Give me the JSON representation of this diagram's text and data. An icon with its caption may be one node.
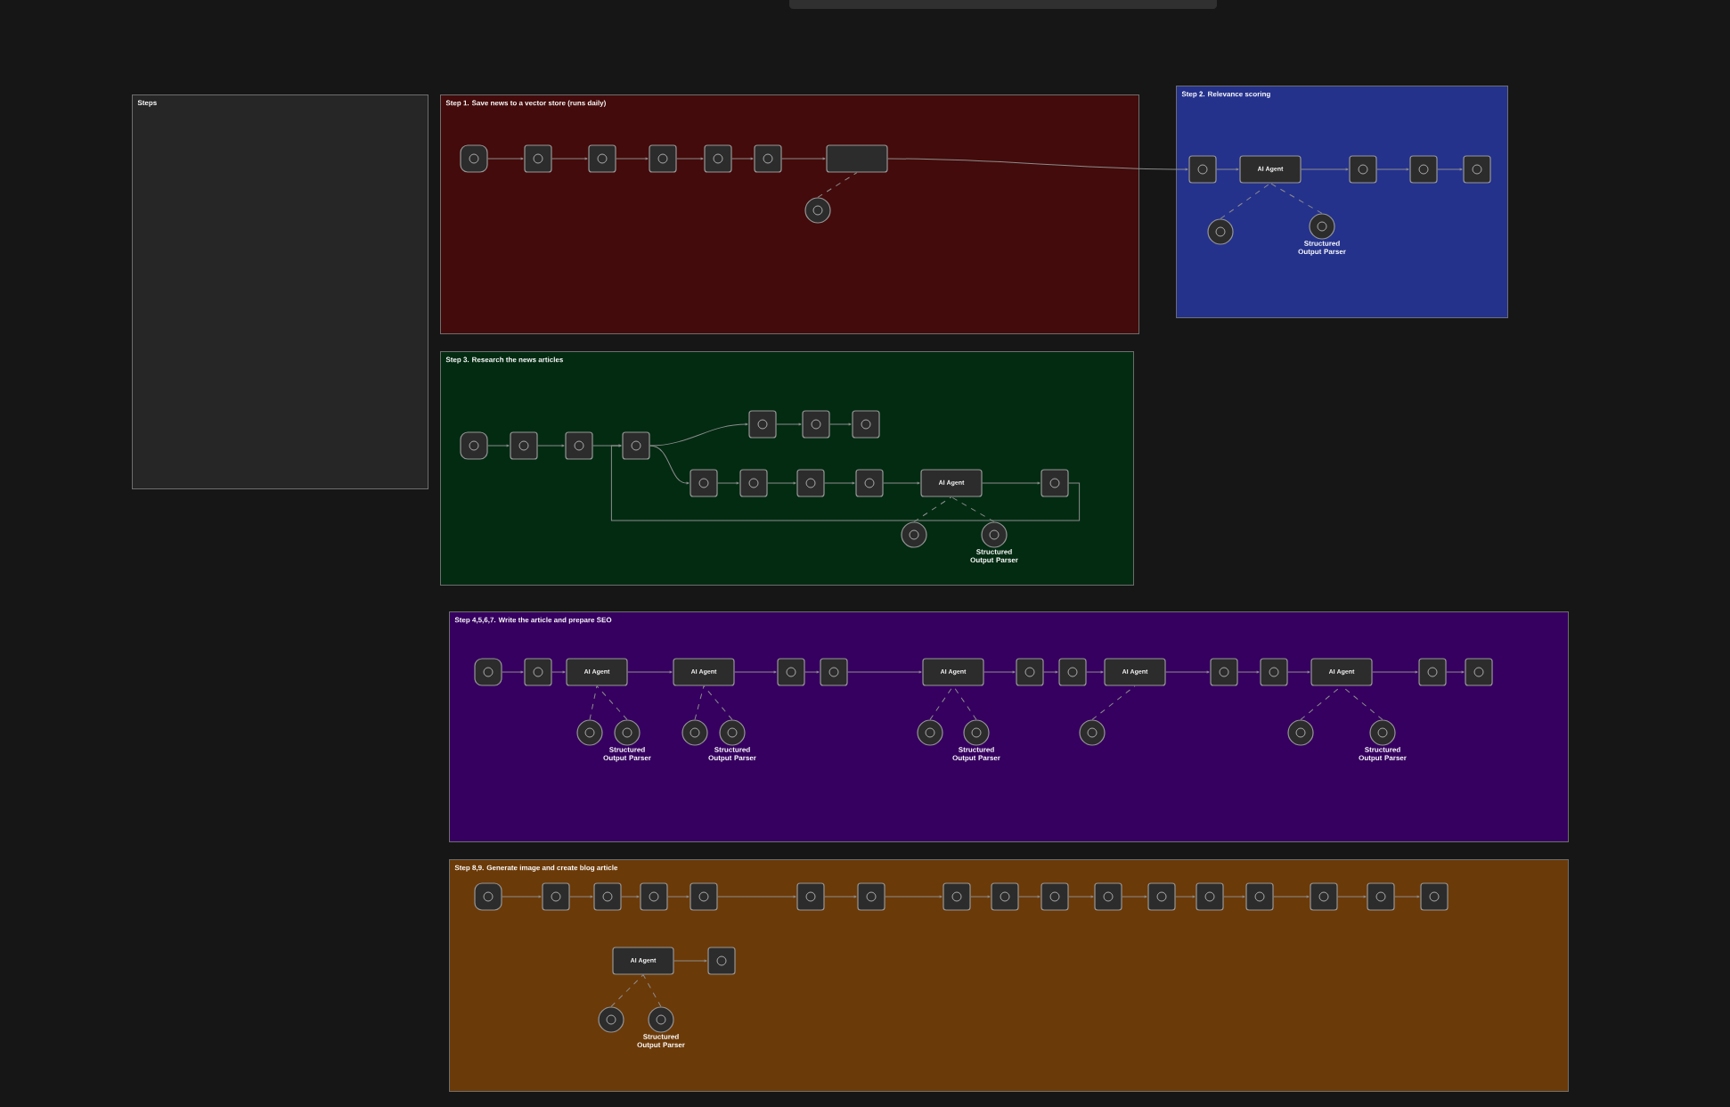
{
  "diagram": {
    "nodes": [
      {
        "text": [
          "Steps"
        ]
      },
      {
        "text": [
          "Step 1. Save news to a vector store (runs daily)"
        ]
      },
      {
        "text": [
          "Step 2. Relevance scoring"
        ]
      },
      {
        "text": [
          "Step 3. Research the news articles"
        ]
      },
      {
        "text": [
          "Step 4,5,6,7. Write the article and prepare SEO"
        ]
      },
      {
        "text": [
          "Step 8,9. Generate image and create blog article"
        ]
      },
      {
        "text": [],
        "shape": "box",
        "in": 1
      },
      {
        "text": [],
        "shape": "box",
        "in": 1
      },
      {
        "text": [],
        "shape": "box",
        "in": 1
      },
      {
        "text": [],
        "shape": "box",
        "in": 1
      },
      {
        "text": [],
        "shape": "box",
        "in": 1
      },
      {
        "text": [],
        "shape": "box",
        "in": 1
      },
      {
        "text": [],
        "shape": "box",
        "in": 1
      },
      {
        "text": [],
        "shape": "circle",
        "in": 1
      },
      {
        "text": [],
        "shape": "box",
        "in": 2
      },
      {
        "text": [
          "AI Agent"
        ],
        "in": 2
      },
      {
        "text": [],
        "shape": "box",
        "in": 2
      },
      {
        "text": [],
        "shape": "box",
        "in": 2
      },
      {
        "text": [],
        "shape": "box",
        "in": 2
      },
      {
        "text": [],
        "shape": "circle",
        "in": 2
      },
      {
        "text": [
          "Structured Output Parser"
        ],
        "in": 2
      },
      {
        "text": [],
        "shape": "box",
        "in": 3
      },
      {
        "text": [],
        "shape": "box",
        "in": 3
      },
      {
        "text": [],
        "shape": "box",
        "in": 3
      },
      {
        "text": [],
        "shape": "box",
        "in": 3
      },
      {
        "text": [],
        "shape": "box",
        "in": 3
      },
      {
        "text": [],
        "shape": "box",
        "in": 3
      },
      {
        "text": [],
        "shape": "box",
        "in": 3
      },
      {
        "text": [],
        "shape": "box",
        "in": 3
      },
      {
        "text": [],
        "shape": "box",
        "in": 3
      },
      {
        "text": [],
        "shape": "box",
        "in": 3
      },
      {
        "text": [],
        "shape": "box",
        "in": 3
      },
      {
        "text": [
          "AI Agent"
        ],
        "in": 3
      },
      {
        "text": [],
        "shape": "box",
        "in": 3
      },
      {
        "text": [],
        "shape": "circle",
        "in": 3
      },
      {
        "text": [
          "Structured Output Parser"
        ],
        "in": 3
      },
      {
        "text": [],
        "shape": "box",
        "in": 4
      },
      {
        "text": [],
        "shape": "box",
        "in": 4
      },
      {
        "text": [
          "AI Agent"
        ],
        "in": 4
      },
      {
        "text": [
          "AI Agent"
        ],
        "in": 4
      },
      {
        "text": [],
        "shape": "box",
        "in": 4
      },
      {
        "text": [],
        "shape": "box",
        "in": 4
      },
      {
        "text": [
          "AI Agent"
        ],
        "in": 4
      },
      {
        "text": [],
        "shape": "box",
        "in": 4
      },
      {
        "text": [],
        "shape": "box",
        "in": 4
      },
      {
        "text": [
          "AI Agent"
        ],
        "in": 4
      },
      {
        "text": [],
        "shape": "box",
        "in": 4
      },
      {
        "text": [],
        "shape": "box",
        "in": 4
      },
      {
        "text": [
          "AI Agent"
        ],
        "in": 4
      },
      {
        "text": [],
        "shape": "box",
        "in": 4
      },
      {
        "text": [],
        "shape": "box",
        "in": 4
      },
      {
        "text": [],
        "shape": "circle",
        "in": 4
      },
      {
        "text": [
          "Structured Output Parser"
        ],
        "in": 4
      },
      {
        "text": [],
        "shape": "circle",
        "in": 4
      },
      {
        "text": [
          "Structured Output Parser"
        ],
        "in": 4
      },
      {
        "text": [],
        "shape": "circle",
        "in": 4
      },
      {
        "text": [
          "Structured Output Parser"
        ],
        "in": 4
      },
      {
        "text": [],
        "shape": "circle",
        "in": 4
      },
      {
        "text": [],
        "shape": "circle",
        "in": 4
      },
      {
        "text": [
          "Structured Output Parser"
        ],
        "in": 4
      },
      {
        "text": [],
        "shape": "box",
        "in": 5
      },
      {
        "text": [],
        "shape": "box",
        "in": 5
      },
      {
        "text": [],
        "shape": "box",
        "in": 5
      },
      {
        "text": [],
        "shape": "box",
        "in": 5
      },
      {
        "text": [],
        "shape": "box",
        "in": 5
      },
      {
        "text": [],
        "shape": "box",
        "in": 5
      },
      {
        "text": [],
        "shape": "box",
        "in": 5
      },
      {
        "text": [],
        "shape": "box",
        "in": 5
      },
      {
        "text": [],
        "shape": "box",
        "in": 5
      },
      {
        "text": [],
        "shape": "box",
        "in": 5
      },
      {
        "text": [],
        "shape": "box",
        "in": 5
      },
      {
        "text": [],
        "shape": "box",
        "in": 5
      },
      {
        "text": [],
        "shape": "box",
        "in": 5
      },
      {
        "text": [],
        "shape": "box",
        "in": 5
      },
      {
        "text": [],
        "shape": "box",
        "in": 5
      },
      {
        "text": [],
        "shape": "box",
        "in": 5
      },
      {
        "text": [],
        "shape": "box",
        "in": 5
      },
      {
        "text": [
          "AI Agent"
        ],
        "in": 5
      },
      {
        "text": [],
        "shape": "box",
        "in": 5
      },
      {
        "text": [],
        "shape": "circle",
        "in": 5
      },
      {
        "text": [
          "Structured Output Parser"
        ],
        "in": 5
      }
    ],
    "edges": [
      {
        "from": 6,
        "to": 7,
        "arrow": "to"
      },
      {
        "from": 7,
        "to": 8,
        "arrow": "to"
      },
      {
        "from": 8,
        "to": 9,
        "arrow": "to"
      },
      {
        "from": 9,
        "to": 10,
        "arrow": "to"
      },
      {
        "from": 10,
        "to": 11,
        "arrow": "to"
      },
      {
        "from": 11,
        "to": 12,
        "arrow": "to"
      },
      {
        "from": 13,
        "to": 12,
        "arrow": "none",
        "style": "dashed"
      },
      {
        "from": 12,
        "to": 14,
        "arrow": "to"
      },
      {
        "from": 14,
        "to": 15,
        "arrow": "to"
      },
      {
        "from": 15,
        "to": 16,
        "arrow": "to"
      },
      {
        "from": 16,
        "to": 17,
        "arrow": "to"
      },
      {
        "from": 17,
        "to": 18,
        "arrow": "to"
      },
      {
        "from": 19,
        "to": 15,
        "arrow": "none",
        "style": "dashed"
      },
      {
        "from": 20,
        "to": 15,
        "arrow": "none",
        "style": "dashed"
      },
      {
        "from": 21,
        "to": 22,
        "arrow": "to"
      },
      {
        "from": 22,
        "to": 23,
        "arrow": "to"
      },
      {
        "from": 23,
        "to": 24,
        "arrow": "to"
      },
      {
        "from": 24,
        "to": 25,
        "arrow": "to"
      },
      {
        "from": 25,
        "to": 26,
        "arrow": "to"
      },
      {
        "from": 26,
        "to": 27,
        "arrow": "to"
      },
      {
        "from": 24,
        "to": 28,
        "arrow": "to"
      },
      {
        "from": 28,
        "to": 29,
        "arrow": "to"
      },
      {
        "from": 29,
        "to": 30,
        "arrow": "to"
      },
      {
        "from": 30,
        "to": 31,
        "arrow": "to"
      },
      {
        "from": 31,
        "to": 32,
        "arrow": "to"
      },
      {
        "from": 32,
        "to": 33,
        "arrow": "to"
      },
      {
        "from": 33,
        "to": 24,
        "arrow": "to"
      },
      {
        "from": 34,
        "to": 32,
        "arrow": "none",
        "style": "dashed"
      },
      {
        "from": 35,
        "to": 32,
        "arrow": "none",
        "style": "dashed"
      },
      {
        "from": 36,
        "to": 37,
        "arrow": "to"
      },
      {
        "from": 37,
        "to": 38,
        "arrow": "to"
      },
      {
        "from": 38,
        "to": 39,
        "arrow": "to"
      },
      {
        "from": 39,
        "to": 40,
        "arrow": "to"
      },
      {
        "from": 40,
        "to": 41,
        "arrow": "to"
      },
      {
        "from": 41,
        "to": 42,
        "arrow": "to"
      },
      {
        "from": 42,
        "to": 43,
        "arrow": "to"
      },
      {
        "from": 43,
        "to": 44,
        "arrow": "to"
      },
      {
        "from": 44,
        "to": 45,
        "arrow": "to"
      },
      {
        "from": 45,
        "to": 46,
        "arrow": "to"
      },
      {
        "from": 46,
        "to": 47,
        "arrow": "to"
      },
      {
        "from": 47,
        "to": 48,
        "arrow": "to"
      },
      {
        "from": 48,
        "to": 49,
        "arrow": "to"
      },
      {
        "from": 49,
        "to": 50,
        "arrow": "to"
      },
      {
        "from": 51,
        "to": 38,
        "arrow": "none",
        "style": "dashed"
      },
      {
        "from": 52,
        "to": 38,
        "arrow": "none",
        "style": "dashed"
      },
      {
        "from": 53,
        "to": 39,
        "arrow": "none",
        "style": "dashed"
      },
      {
        "from": 54,
        "to": 39,
        "arrow": "none",
        "style": "dashed"
      },
      {
        "from": 55,
        "to": 42,
        "arrow": "none",
        "style": "dashed"
      },
      {
        "from": 56,
        "to": 42,
        "arrow": "none",
        "style": "dashed"
      },
      {
        "from": 57,
        "to": 45,
        "arrow": "none",
        "style": "dashed"
      },
      {
        "from": 58,
        "to": 48,
        "arrow": "none",
        "style": "dashed"
      },
      {
        "from": 59,
        "to": 48,
        "arrow": "none",
        "style": "dashed"
      },
      {
        "from": 60,
        "to": 61,
        "arrow": "to"
      },
      {
        "from": 61,
        "to": 62,
        "arrow": "to"
      },
      {
        "from": 62,
        "to": 63,
        "arrow": "to"
      },
      {
        "from": 63,
        "to": 64,
        "arrow": "to"
      },
      {
        "from": 64,
        "to": 65,
        "arrow": "to"
      },
      {
        "from": 65,
        "to": 66,
        "arrow": "to"
      },
      {
        "from": 66,
        "to": 67,
        "arrow": "to"
      },
      {
        "from": 67,
        "to": 68,
        "arrow": "to"
      },
      {
        "from": 68,
        "to": 69,
        "arrow": "to"
      },
      {
        "from": 69,
        "to": 70,
        "arrow": "to"
      },
      {
        "from": 70,
        "to": 71,
        "arrow": "to"
      },
      {
        "from": 71,
        "to": 72,
        "arrow": "to"
      },
      {
        "from": 72,
        "to": 73,
        "arrow": "to"
      },
      {
        "from": 73,
        "to": 74,
        "arrow": "to"
      },
      {
        "from": 74,
        "to": 75,
        "arrow": "to"
      },
      {
        "from": 75,
        "to": 76,
        "arrow": "to"
      },
      {
        "from": 77,
        "to": 78,
        "arrow": "to"
      },
      {
        "from": 79,
        "to": 77,
        "arrow": "none",
        "style": "dashed"
      },
      {
        "from": 80,
        "to": 77,
        "arrow": "none",
        "style": "dashed"
      }
    ]
  }
}
